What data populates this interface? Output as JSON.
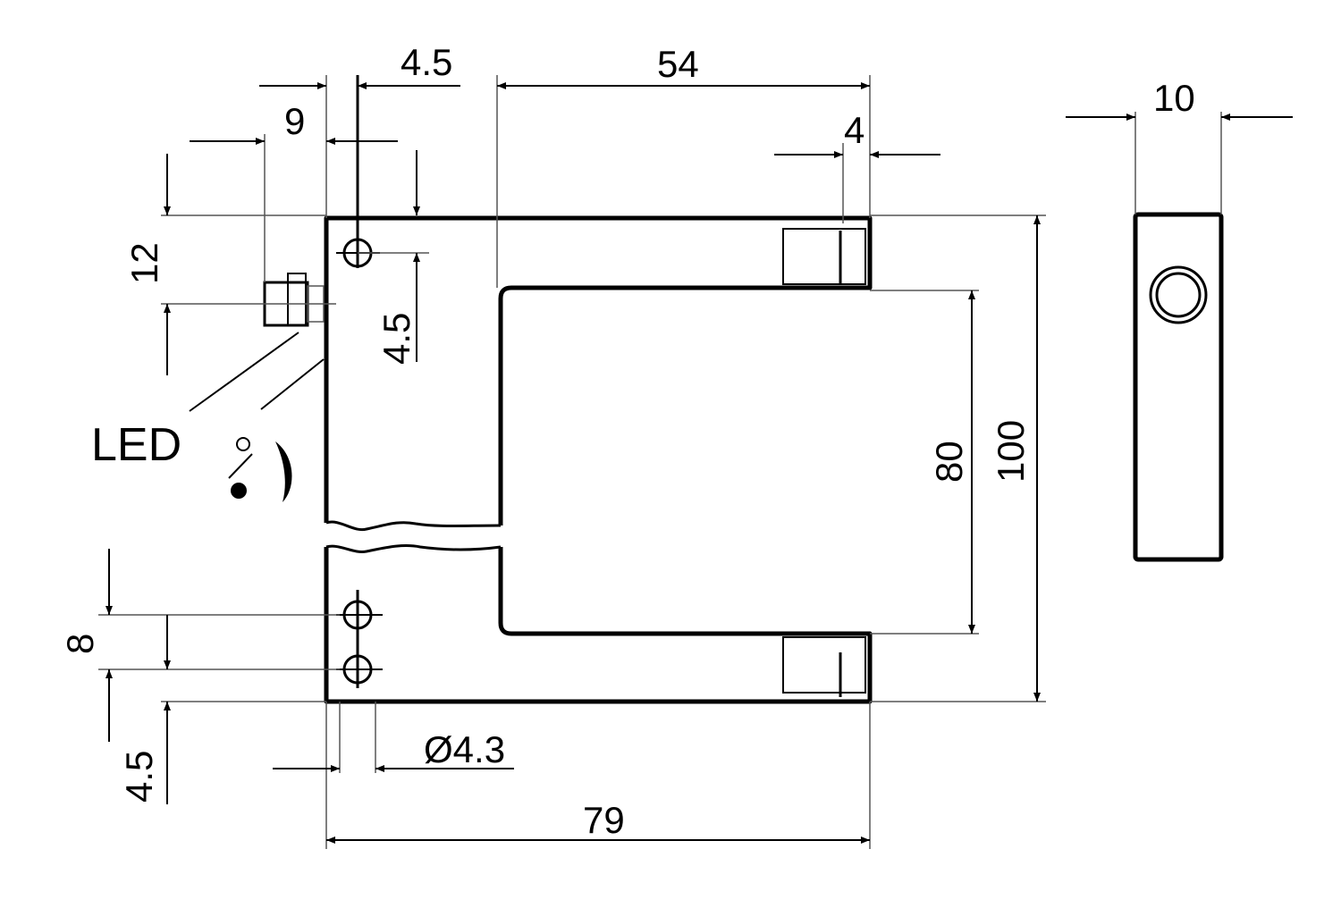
{
  "diagram": {
    "labels": {
      "led": "LED",
      "switch_symbol": "●/○"
    },
    "dimensions": {
      "d_4_5_top": "4.5",
      "d_54": "54",
      "d_9": "9",
      "d_4": "4",
      "d_10": "10",
      "d_12": "12",
      "d_4_5_mid": "4.5",
      "d_80": "80",
      "d_100": "100",
      "d_8": "8",
      "d_4_5_bottom": "4.5",
      "d_hole": "Ø4.3",
      "d_79": "79"
    }
  }
}
